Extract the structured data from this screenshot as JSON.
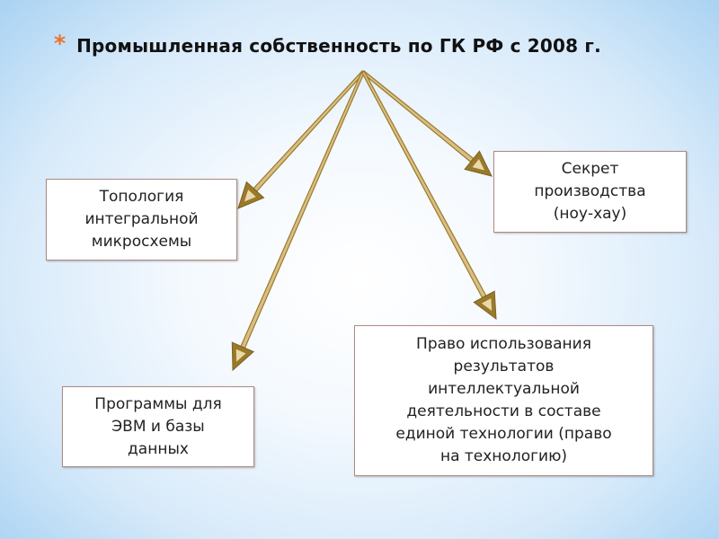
{
  "title": {
    "bullet": "*",
    "text": "Промышленная собственность по ГК РФ с 2008 г."
  },
  "diagram": {
    "arrow_color": "#9a7a2a",
    "boxes": {
      "topology": "Топология\nинтегральной\nмикросхемы",
      "secret": "Секрет\nпроизводства\n(ноу-хау)",
      "programs": "Программы для\nЭВМ и базы\nданных",
      "technology": "Право использования\nрезультатов\nинтеллектуальной\nдеятельности в составе\nединой технологии (право\nна технологию)"
    }
  }
}
